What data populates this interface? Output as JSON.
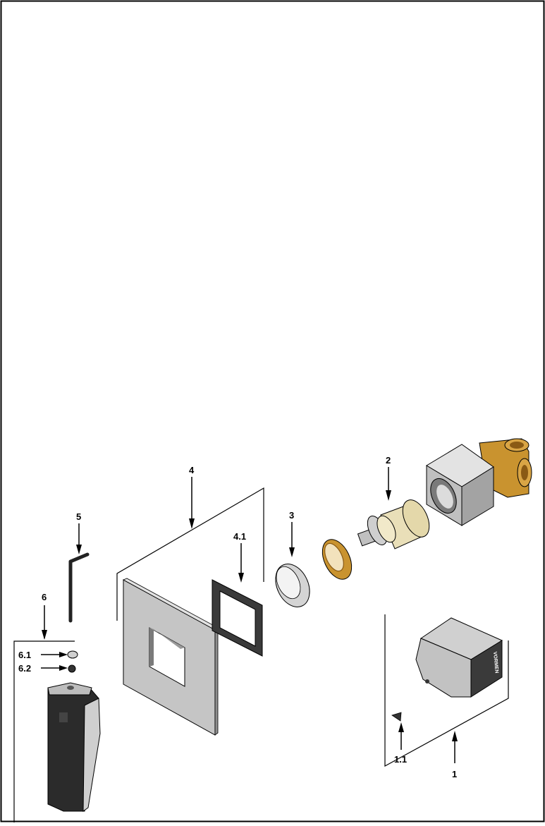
{
  "callouts": {
    "c1": "1",
    "c1_1": "1.1",
    "c2": "2",
    "c3": "3",
    "c4": "4",
    "c4_1": "4.1",
    "c5": "5",
    "c6": "6",
    "c6_1": "6.1",
    "c6_2": "6.2"
  },
  "colors": {
    "brass": "#c9932f",
    "brass_dark": "#8a5a14",
    "chrome": "#c8c8c8",
    "chrome_dark": "#8e8e8e",
    "chrome_light": "#e8e8e8",
    "black_part": "#2a2a2a",
    "cream": "#e9dfb8"
  },
  "logos": {
    "cover_brand": "VORMEN"
  }
}
